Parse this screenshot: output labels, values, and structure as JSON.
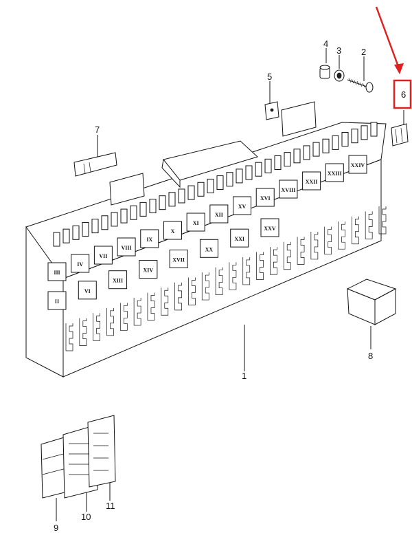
{
  "callouts": {
    "c1": "1",
    "c2": "2",
    "c3": "3",
    "c4": "4",
    "c5": "5",
    "c6": "6",
    "c7": "7",
    "c8": "8",
    "c9": "9",
    "c10": "10",
    "c11": "11"
  },
  "slots_upper": [
    "III",
    "IV",
    "VII",
    "VIII",
    "IX",
    "X",
    "XI",
    "XII",
    "XV",
    "XVI",
    "XVIII",
    "XXII",
    "XXIII",
    "XXIV"
  ],
  "slots_lower": [
    "II",
    "VI",
    "XIII",
    "XIV",
    "XVII",
    "XX",
    "XXI",
    "XXV"
  ],
  "colors": {
    "highlight": "#e02020",
    "ink": "#111111",
    "paper": "#ffffff"
  }
}
